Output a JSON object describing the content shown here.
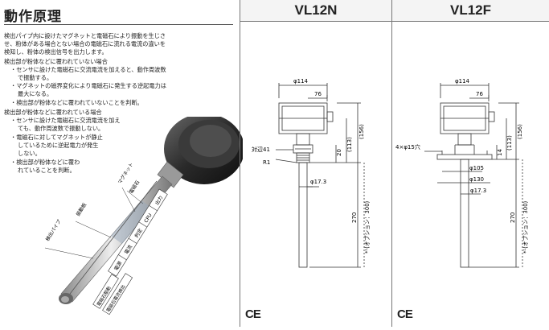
{
  "principle": {
    "title": "動作原理",
    "intro": [
      "検出パイプ内に設けたマグネットと電磁石により振動を生じさ",
      "せ、粉体がある場合とない場合の電磁石に流れる電流の違いを",
      "検知し、粉体の検出信号を出力します。"
    ],
    "case_uncovered_heading": "検出部が粉体などに覆われていない場合",
    "case_uncovered": [
      "・センサに設けた電磁石に交流電流を加えると、動作周波数",
      "で振動する。",
      "・マグネットの磁界変化により電磁石に発生する逆起電力は",
      "最大になる。",
      "・検出部が粉体などに覆われていないことを判断。"
    ],
    "case_covered_heading": "検出部が粉体などに覆われている場合",
    "case_covered": [
      "・センサに設けた電磁石に交流電流を加え",
      "ても、動作周波数で振動しない。",
      "・電磁石に対してマグネットが静止",
      "しているために逆起電力が発生",
      "しない。",
      "・検出部が粉体などに覆わ",
      "れていることを判断。"
    ],
    "photo_labels": {
      "pipe": "検出パイプ",
      "vibe": "振動板",
      "magnet": "マグネット",
      "coil": "電磁石",
      "blocks": [
        "電源",
        "電流",
        "判定",
        "CPU",
        "出力"
      ],
      "osc": "電磁石駆動",
      "detect": "電磁石電流検出"
    }
  },
  "models": [
    {
      "name": "VL12N",
      "dims": {
        "d114": "φ114",
        "d76": "76",
        "d156": "(156)",
        "d113": "(113)",
        "d20": "20",
        "hex": "対辺41",
        "r1": "R1",
        "d173": "φ17.3",
        "d270": "270",
        "opt": "*¹(オプション：300)"
      },
      "ce": "CE"
    },
    {
      "name": "VL12F",
      "dims": {
        "d114": "φ114",
        "d76": "76",
        "d156": "(156)",
        "d113": "(113)",
        "d14": "14",
        "holes": "4×φ15穴",
        "d105": "φ105",
        "d130": "φ130",
        "d173": "φ17.3",
        "d270": "270",
        "opt": "*¹(オプション：300)"
      },
      "ce": "CE"
    }
  ]
}
